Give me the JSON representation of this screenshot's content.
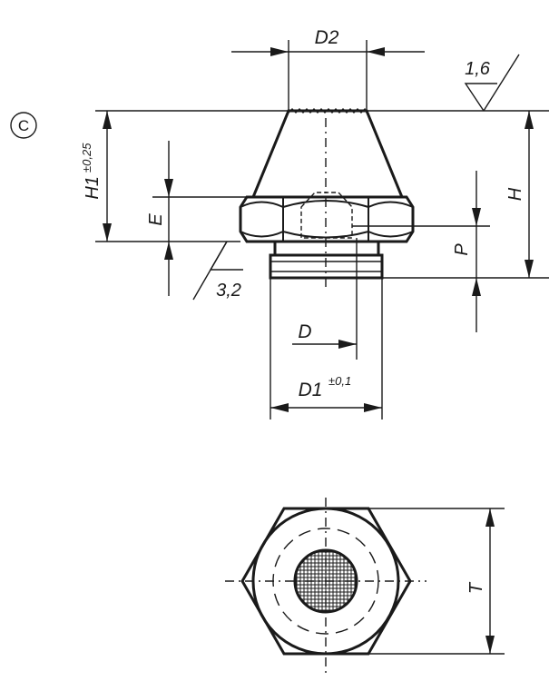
{
  "labels": {
    "variant": "C",
    "d2": "D2",
    "roughness_top": "1,6",
    "roughness_side": "3,2",
    "h1": "H1",
    "h1_tol": "±0,25",
    "e": "E",
    "h": "H",
    "p": "P",
    "d": "D",
    "d1": "D1",
    "d1_tol": "±0,1",
    "t": "T"
  },
  "colors": {
    "ink": "#1a1a1a",
    "background": "#ffffff"
  }
}
